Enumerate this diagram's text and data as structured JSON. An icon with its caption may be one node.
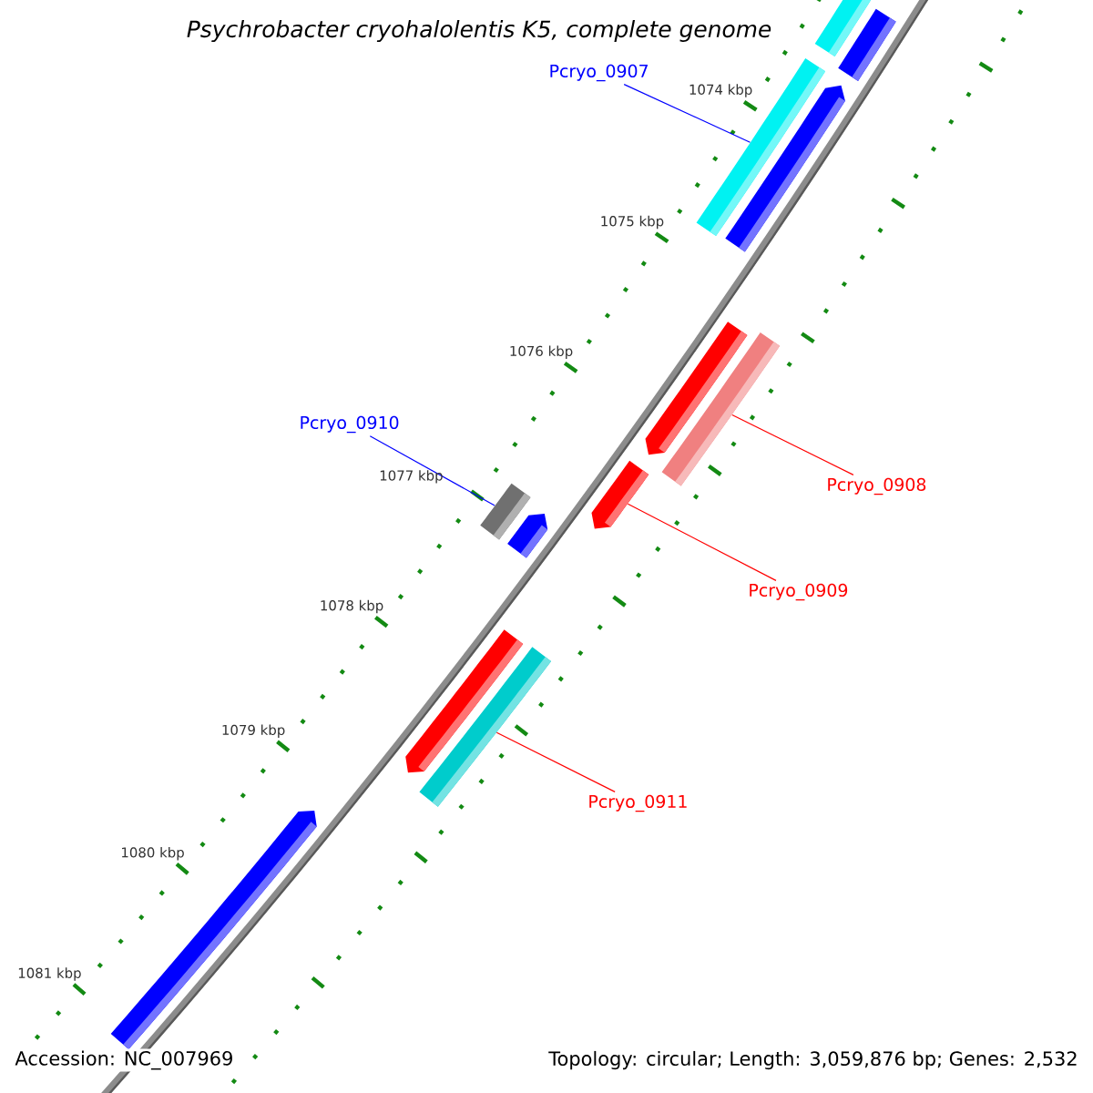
{
  "diagram": {
    "title": "Psychrobacter cryohalolentis K5, complete genome",
    "nodes": [
      {
        "text": [],
        "shape": "bar"
      },
      {
        "text": [],
        "shape": "bar"
      },
      {
        "text": [
          "Pcryo_0907"
        ]
      },
      {
        "text": [],
        "shape": "bar"
      },
      {
        "text": [],
        "shape": "bar"
      },
      {
        "text": [],
        "shape": "bar"
      },
      {
        "text": [],
        "shape": "bar"
      },
      {
        "text": [
          "Pcryo_0910"
        ]
      },
      {
        "text": [],
        "shape": "bar"
      },
      {
        "text": [],
        "shape": "bar"
      },
      {
        "text": [
          "Pcryo_0908"
        ]
      },
      {
        "text": [],
        "shape": "bar"
      },
      {
        "text": [
          "Pcryo_0909"
        ]
      },
      {
        "text": [],
        "shape": "bar"
      },
      {
        "text": [],
        "shape": "bar"
      },
      {
        "text": [
          "Pcryo_0911"
        ]
      },
      {
        "text": [],
        "shape": "bar"
      }
    ],
    "edges": [
      {
        "from": 2,
        "to": 3,
        "arrow": "none",
        "color": "#0000ff"
      },
      {
        "from": 7,
        "to": 8,
        "arrow": "none",
        "color": "#0000ff"
      },
      {
        "from": 10,
        "to": 6,
        "arrow": "none"
      },
      {
        "from": 12,
        "to": 11,
        "arrow": "none"
      },
      {
        "from": 15,
        "to": 14,
        "arrow": "none"
      }
    ],
    "labels": [
      "1074 kbp",
      "1075 kbp",
      "1076 kbp",
      "1077 kbp",
      "1078 kbp",
      "1079 kbp",
      "1080 kbp",
      "1081 kbp",
      "Accession: NC_007969",
      "Topology: circular; Length: 3,059,876 bp; Genes: 2,532"
    ]
  }
}
